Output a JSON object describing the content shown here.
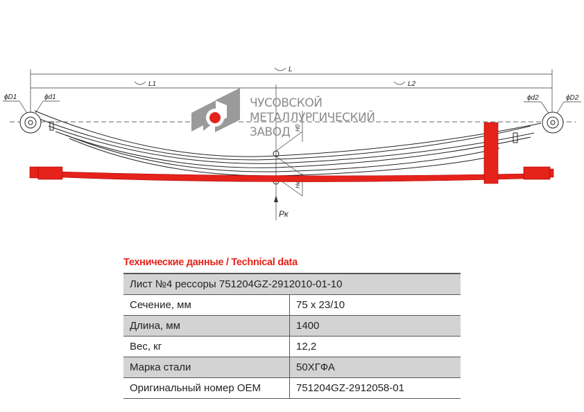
{
  "logo": {
    "lines": [
      "ЧУСОВСКОЙ",
      "МЕТАЛЛУРГИЧЕСКИЙ",
      "ЗАВОД"
    ]
  },
  "drawing_labels": {
    "L": "L",
    "L1": "L1",
    "L2": "L2",
    "D1": "ϕD1",
    "d1": "ϕd1",
    "d2": "ϕd2",
    "D2": "ϕD2",
    "Pk": "Pк",
    "H0": "H0",
    "Hk": "Hк"
  },
  "colors": {
    "accent": "#e5231b",
    "row_gray": "#d3d3d3"
  },
  "title": "Технические данные / Technical data",
  "table": {
    "header": "Лист №4 рессоры 751204GZ-2912010-01-10",
    "rows": [
      {
        "label": "Сечение, мм",
        "value": "75 x 23/10"
      },
      {
        "label": "Длина, мм",
        "value": "1400"
      },
      {
        "label": "Вес, кг",
        "value": "12,2"
      },
      {
        "label": "Марка стали",
        "value": "50ХГФА"
      },
      {
        "label": "Оригинальный номер OEM",
        "value": "751204GZ-2912058-01"
      }
    ]
  }
}
